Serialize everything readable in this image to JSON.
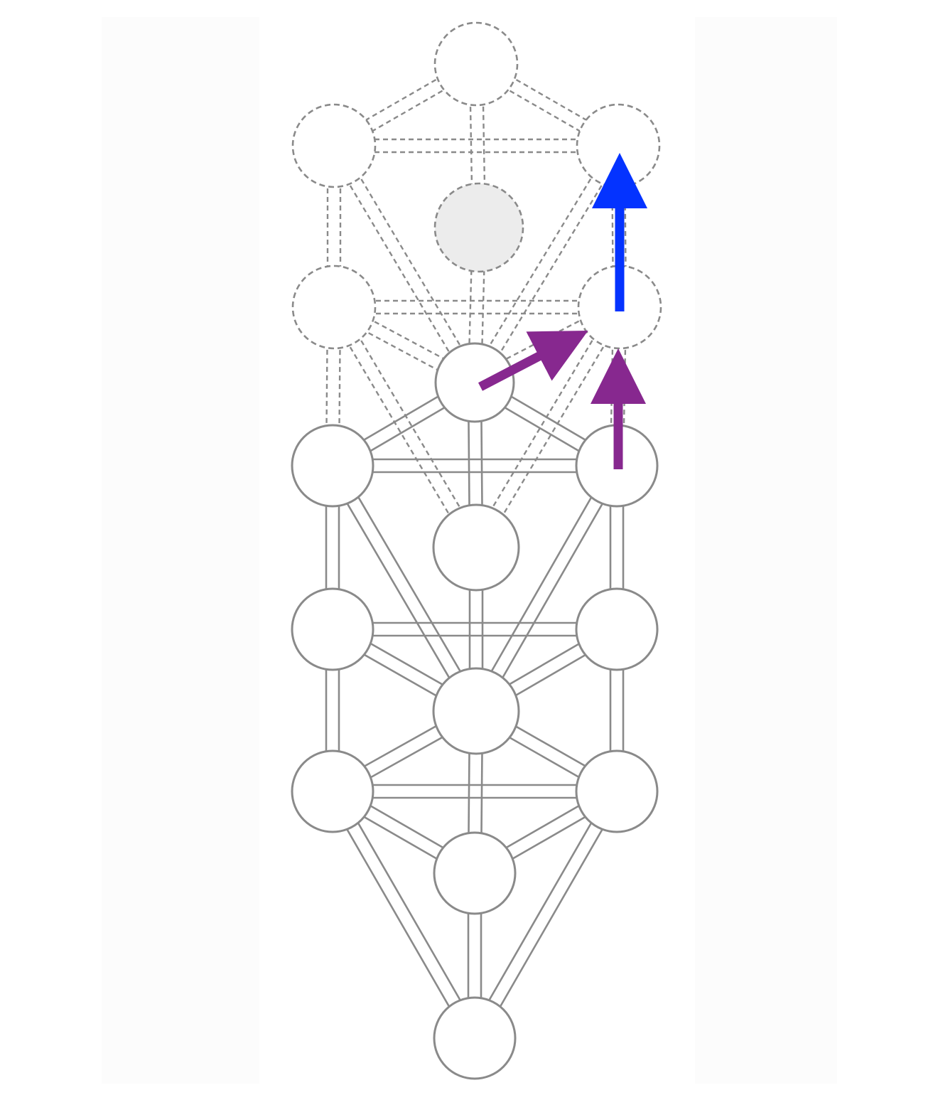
{
  "diagram": {
    "style": {
      "background": "#ffffff",
      "panel_color": "#fcfcfc",
      "solid_stroke": "#8a8a8a",
      "dashed_stroke": "#8a8a8a",
      "node_fill": "#ffffff",
      "hidden_node_fill": "#ececec",
      "arrow_purple": "#87288f",
      "arrow_blue": "#0433ff"
    },
    "solid_nodes": [
      "node-malkuth",
      "node-yesod",
      "node-hod",
      "node-netzach",
      "node-tiphareth",
      "node-geburah",
      "node-chesed",
      "node-lower-daath",
      "node-lower-binah",
      "node-lower-chokmah",
      "node-lower-kether"
    ],
    "dashed_nodes": [
      "node-upper-geburah",
      "node-upper-chesed",
      "node-upper-daath",
      "node-upper-binah",
      "node-upper-chokmah",
      "node-upper-kether"
    ],
    "arrows": [
      {
        "name": "arrow-center-to-upper-right",
        "color": "purple"
      },
      {
        "name": "arrow-right-up-short",
        "color": "purple"
      },
      {
        "name": "arrow-right-up-long",
        "color": "blue"
      }
    ]
  }
}
